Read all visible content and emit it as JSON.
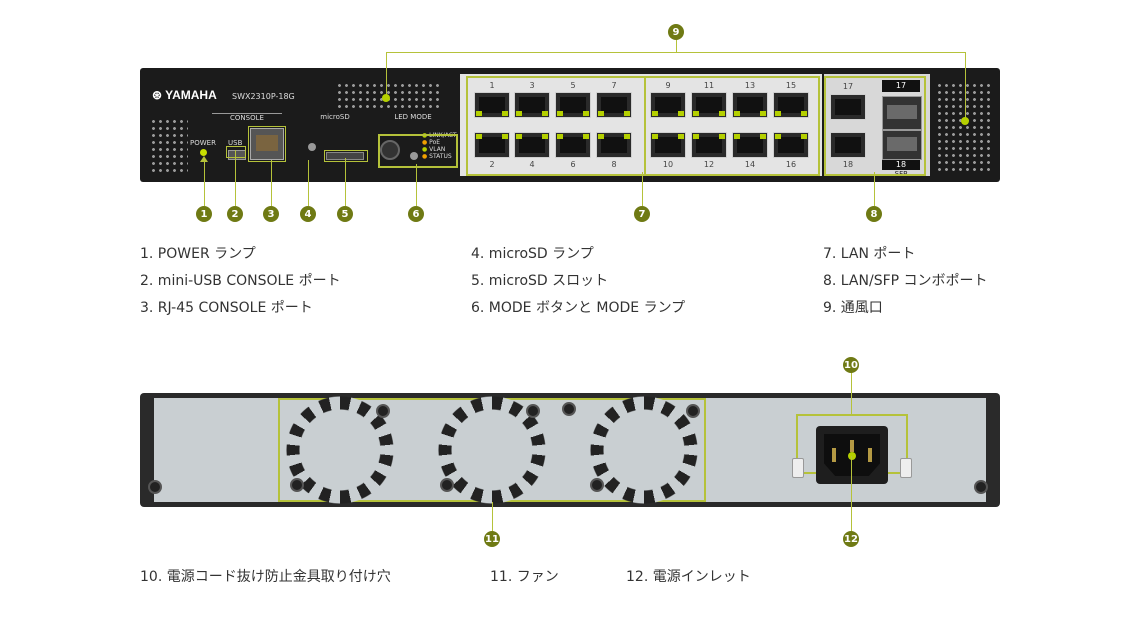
{
  "front": {
    "brand": "⊛ YAMAHA",
    "model": "SWX2310P-18G",
    "section_console": "CONSOLE",
    "section_microsd": "microSD",
    "section_led_mode": "LED MODE",
    "power_label": "POWER",
    "usb_label": "USB",
    "led_modes": [
      "LINK/ACT",
      "PoE",
      "VLAN",
      "STATUS"
    ],
    "port_top_labels": [
      "1",
      "3",
      "5",
      "7",
      "9",
      "11",
      "13",
      "15"
    ],
    "port_bottom_labels": [
      "2",
      "4",
      "6",
      "8",
      "10",
      "12",
      "14",
      "16"
    ],
    "combo_top": "17",
    "combo_bottom": "18",
    "sfp_top": "17",
    "sfp_bottom": "18",
    "sfp_label": "SFP"
  },
  "callouts": [
    "1",
    "2",
    "3",
    "4",
    "5",
    "6",
    "7",
    "8",
    "9",
    "10",
    "11",
    "12"
  ],
  "legend_front": {
    "col1": [
      "1. POWER ランプ",
      "2. mini-USB CONSOLE ポート",
      "3. RJ-45 CONSOLE ポート"
    ],
    "col2": [
      "4. microSD ランプ",
      "5. microSD スロット",
      "6. MODE ボタンと MODE ランプ"
    ],
    "col3": [
      "7. LAN ポート",
      "8. LAN/SFP コンボポート",
      "9. 通風口"
    ]
  },
  "legend_rear": {
    "item10": "10. 電源コード抜け防止金具取り付け穴",
    "item11": "11. ファン",
    "item12": "12. 電源インレット"
  },
  "colors": {
    "callout": "#6f7a14",
    "highlight": "#b5c23a",
    "led_green": "#b5d000",
    "led_orange": "#f0a000"
  }
}
